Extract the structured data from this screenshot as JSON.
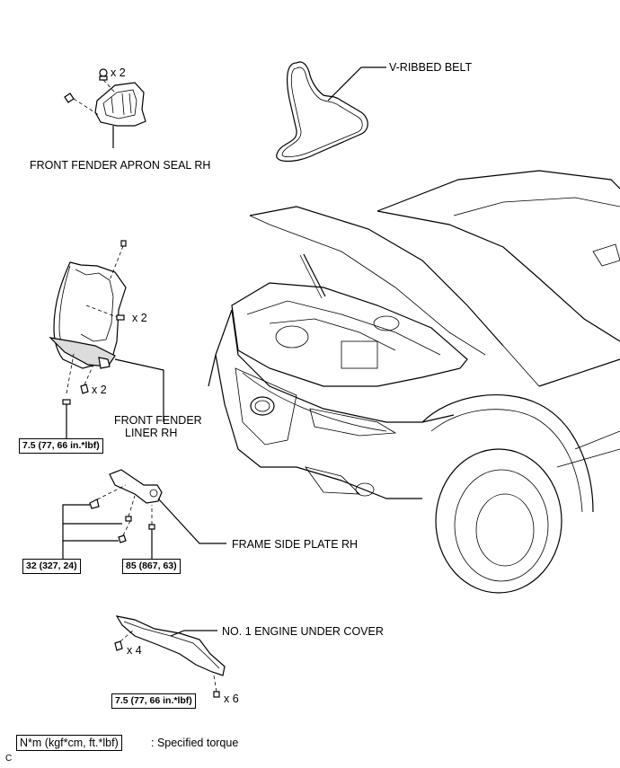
{
  "labels": {
    "v_ribbed_belt": "V-RIBBED BELT",
    "front_fender_apron_seal": "FRONT FENDER APRON SEAL RH",
    "front_fender_liner_line1": "FRONT FENDER",
    "front_fender_liner_line2": "LINER RH",
    "frame_side_plate": "FRAME SIDE PLATE RH",
    "engine_under_cover": "NO. 1 ENGINE UNDER COVER"
  },
  "quantities": {
    "apron_seal_clips": "x 2",
    "liner_upper_screws": "x 2",
    "liner_lower_clips": "x 2",
    "under_cover_clips": "x 4",
    "under_cover_bolts": "x 6"
  },
  "torques": {
    "liner": "7.5 (77, 66 in.*lbf)",
    "frame_plate_left": "32 (327, 24)",
    "frame_plate_right": "85 (867, 63)",
    "under_cover": "7.5 (77, 66 in.*lbf)"
  },
  "legend": {
    "unit": "N*m (kgf*cm, ft.*lbf)",
    "description": ": Specified torque"
  },
  "corner_code": "C"
}
